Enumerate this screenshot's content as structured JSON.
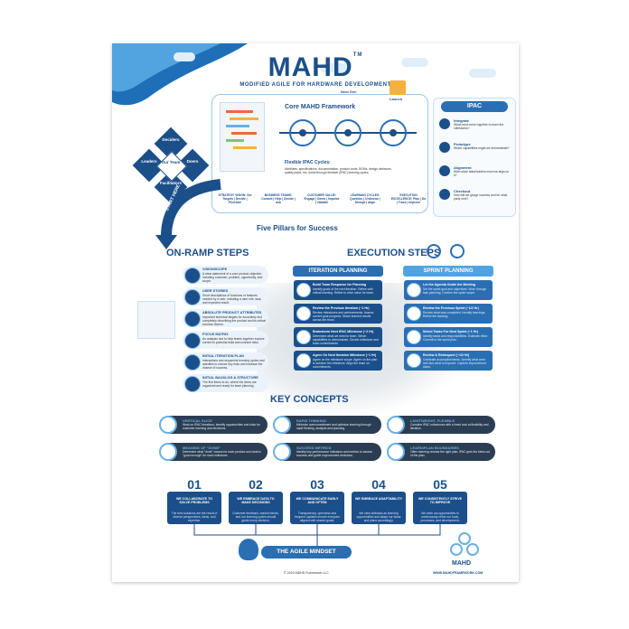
{
  "poster": {
    "title": "MAHD",
    "tm": "TM",
    "subtitle": "MODIFIED AGILE FOR HARDWARE DEVELOPMENT"
  },
  "team": {
    "center": "Our Team",
    "roles": [
      "Deciders",
      "Leaders",
      "Doers",
      "Facilitators"
    ]
  },
  "core": {
    "next_gen": "Next Gen",
    "launch": "Launch",
    "title": "Core MAHD Framework",
    "cycles_title": "Flexible IPAC Cycles:",
    "cycles_desc": "Attributes, specifications, documentation, product costs, BOMs, design decisions, quality plans, etc. (build through Iterative (IPAC) learning cycles.",
    "start_here": "START HERE"
  },
  "ipac": {
    "title": "IPAC",
    "items": [
      {
        "name": "Integrate",
        "desc": "What must come together to learn the milestones?"
      },
      {
        "name": "Prototype",
        "desc": "Which capabilities might we demonstrate?"
      },
      {
        "name": "Alignment",
        "desc": "With which stakeholders must we align on it?"
      },
      {
        "name": "Checkout",
        "desc": "How will we gauge success and for what party next?"
      }
    ]
  },
  "pillars": {
    "title": "Five Pillars for Success",
    "items": [
      "STRATEGY VISION: Set Targets | Decide | Prioritize",
      "BUSINESS TEAMS: Commit | Help | Decide | Ask",
      "CUSTOMER VALUE: Engage | Demo | Impulse | Validate",
      "LEARNING CYCLES: Question | Unknown | Disrupt | Align",
      "EXECUTION EXCELLENCE: Plan | Do | Track | Improve"
    ]
  },
  "onramp": {
    "title": "ON-RAMP STEPS",
    "items": [
      {
        "name": "VISION/SCOPE",
        "desc": "A clear statement of a core product objective, including customer, problem, opportunity, and scope."
      },
      {
        "name": "USER STORIES",
        "desc": "Short descriptions of functions or features needed by a user, including a user role, task, and expected result."
      },
      {
        "name": "ABSOLUTE PRODUCT ATTRIBUTES",
        "desc": "Important technical targets for accurately and completely describing the product and its critical success factors."
      },
      {
        "name": "FOCUS MATRIX",
        "desc": "An analysis tool to help teams together explore current to potential risks and connect risks."
      },
      {
        "name": "INITIAL ITERATION PLAN",
        "desc": "Interactions and sequential learning cycles and activities to reduce key risks and increase the chance of success."
      },
      {
        "name": "INITIAL BACKLOG & STRUCTURE",
        "desc": "The first items to do, where the items are organized and ready for team planning."
      }
    ]
  },
  "execution": {
    "title": "EXECUTION STEPS",
    "iteration_title": "ITERATION PLANNING",
    "sprint_title": "SPRINT PLANNING",
    "iteration_items": [
      {
        "name": "Build Team Response for Planning",
        "desc": "Identify goals of the next iteration. Refine with critical learning. Refine to drive value for team."
      },
      {
        "name": "Review the Previous Iteration (~1 Hr)",
        "desc": "Review milestones and achievements. Assess current goal progress. Share learned results across the team."
      },
      {
        "name": "Brainstorm Next IPAC Milestone (~2 Hr)",
        "desc": "Determine what we need to learn. Which capabilities to demonstrate. Decide milestone and team commitments."
      },
      {
        "name": "Agree On Next Iteration Milestone (~1 Hr)",
        "desc": "Agree on the milestone scope. Agree on the plan to achieve the milestone. Align the team on commitments."
      }
    ],
    "sprint_items": [
      {
        "name": "Let the Agenda Guide the Meeting",
        "desc": "Set the sprint goal and objectives. Work through task planning. Confirm the sprint scope."
      },
      {
        "name": "Review the Previous Sprint (~1/2 Hr)",
        "desc": "Review what was completed. Identify learnings. Refine the backlog."
      },
      {
        "name": "Select Tasks For Next Sprint (~1 Hr)",
        "desc": "Identify tasks and responsibilities. Estimate effort. Commit to the sprint plan."
      },
      {
        "name": "Review & Retrospect (~1/2 Hr)",
        "desc": "Celebrate accomplishments. Identify what went well and what to improve. Capture improvement ideas."
      }
    ]
  },
  "concepts": {
    "title": "KEY CONCEPTS",
    "items": [
      {
        "name": "VERTICAL SLICE",
        "desc": "Work on IPAC iterations, identify opportunities and risks for customer learning and decisions."
      },
      {
        "name": "RAPID THINKING",
        "desc": "Minimize overcommitment and optimize learning through rapid thinking, analysis and planning."
      },
      {
        "name": "LIGHTWEIGHT, FLEXIBLE",
        "desc": "Consider IPAC milestones with a fresh look at flexibility and iteration."
      },
      {
        "name": "MEANING OF \"DONE\"",
        "desc": "Determine what \"done\" means for each product and what is \"good enough\" for each milestone."
      },
      {
        "name": "SUCCESS METRICS",
        "desc": "Identify key performance indicators and metrics to assess success and guide improvement decisions."
      },
      {
        "name": "LEARN/PLAN BOUNDARIES",
        "desc": "Often learning reveals the right plan; IPAC gets the kinks out of the plan."
      }
    ]
  },
  "principles": [
    {
      "num": "01",
      "title": "WE COLLABORATE TO SOLVE PROBLEMS",
      "desc": "The best solutions are the result of diverse perspectives, ideas, and expertise."
    },
    {
      "num": "02",
      "title": "WE EMBRACE DATA TO MAKE DECISIONS",
      "desc": "Customer feedback, market trends, and our learning cycles should guide every decision."
    },
    {
      "num": "03",
      "title": "WE COMMUNICATE EARLY AND OFTEN",
      "desc": "Transparency, openness and frequent updates ensure everyone aligned with shared goals."
    },
    {
      "num": "04",
      "title": "WE EMBRACE ADAPTABILITY",
      "desc": "We view setbacks as learning opportunities and adapt our ideas and plans accordingly."
    },
    {
      "num": "05",
      "title": "WE CONSISTENTLY STRIVE TO IMPROVE",
      "desc": "We seek out opportunities to continuously refine our tools, processes, and development."
    }
  ],
  "mindset": "THE AGILE MINDSET",
  "footer": {
    "copyright": "© 2023 MAHD Framework LLC",
    "logo": "MAHD",
    "url": "WWW.MAHDFRAMEWORK.COM"
  }
}
